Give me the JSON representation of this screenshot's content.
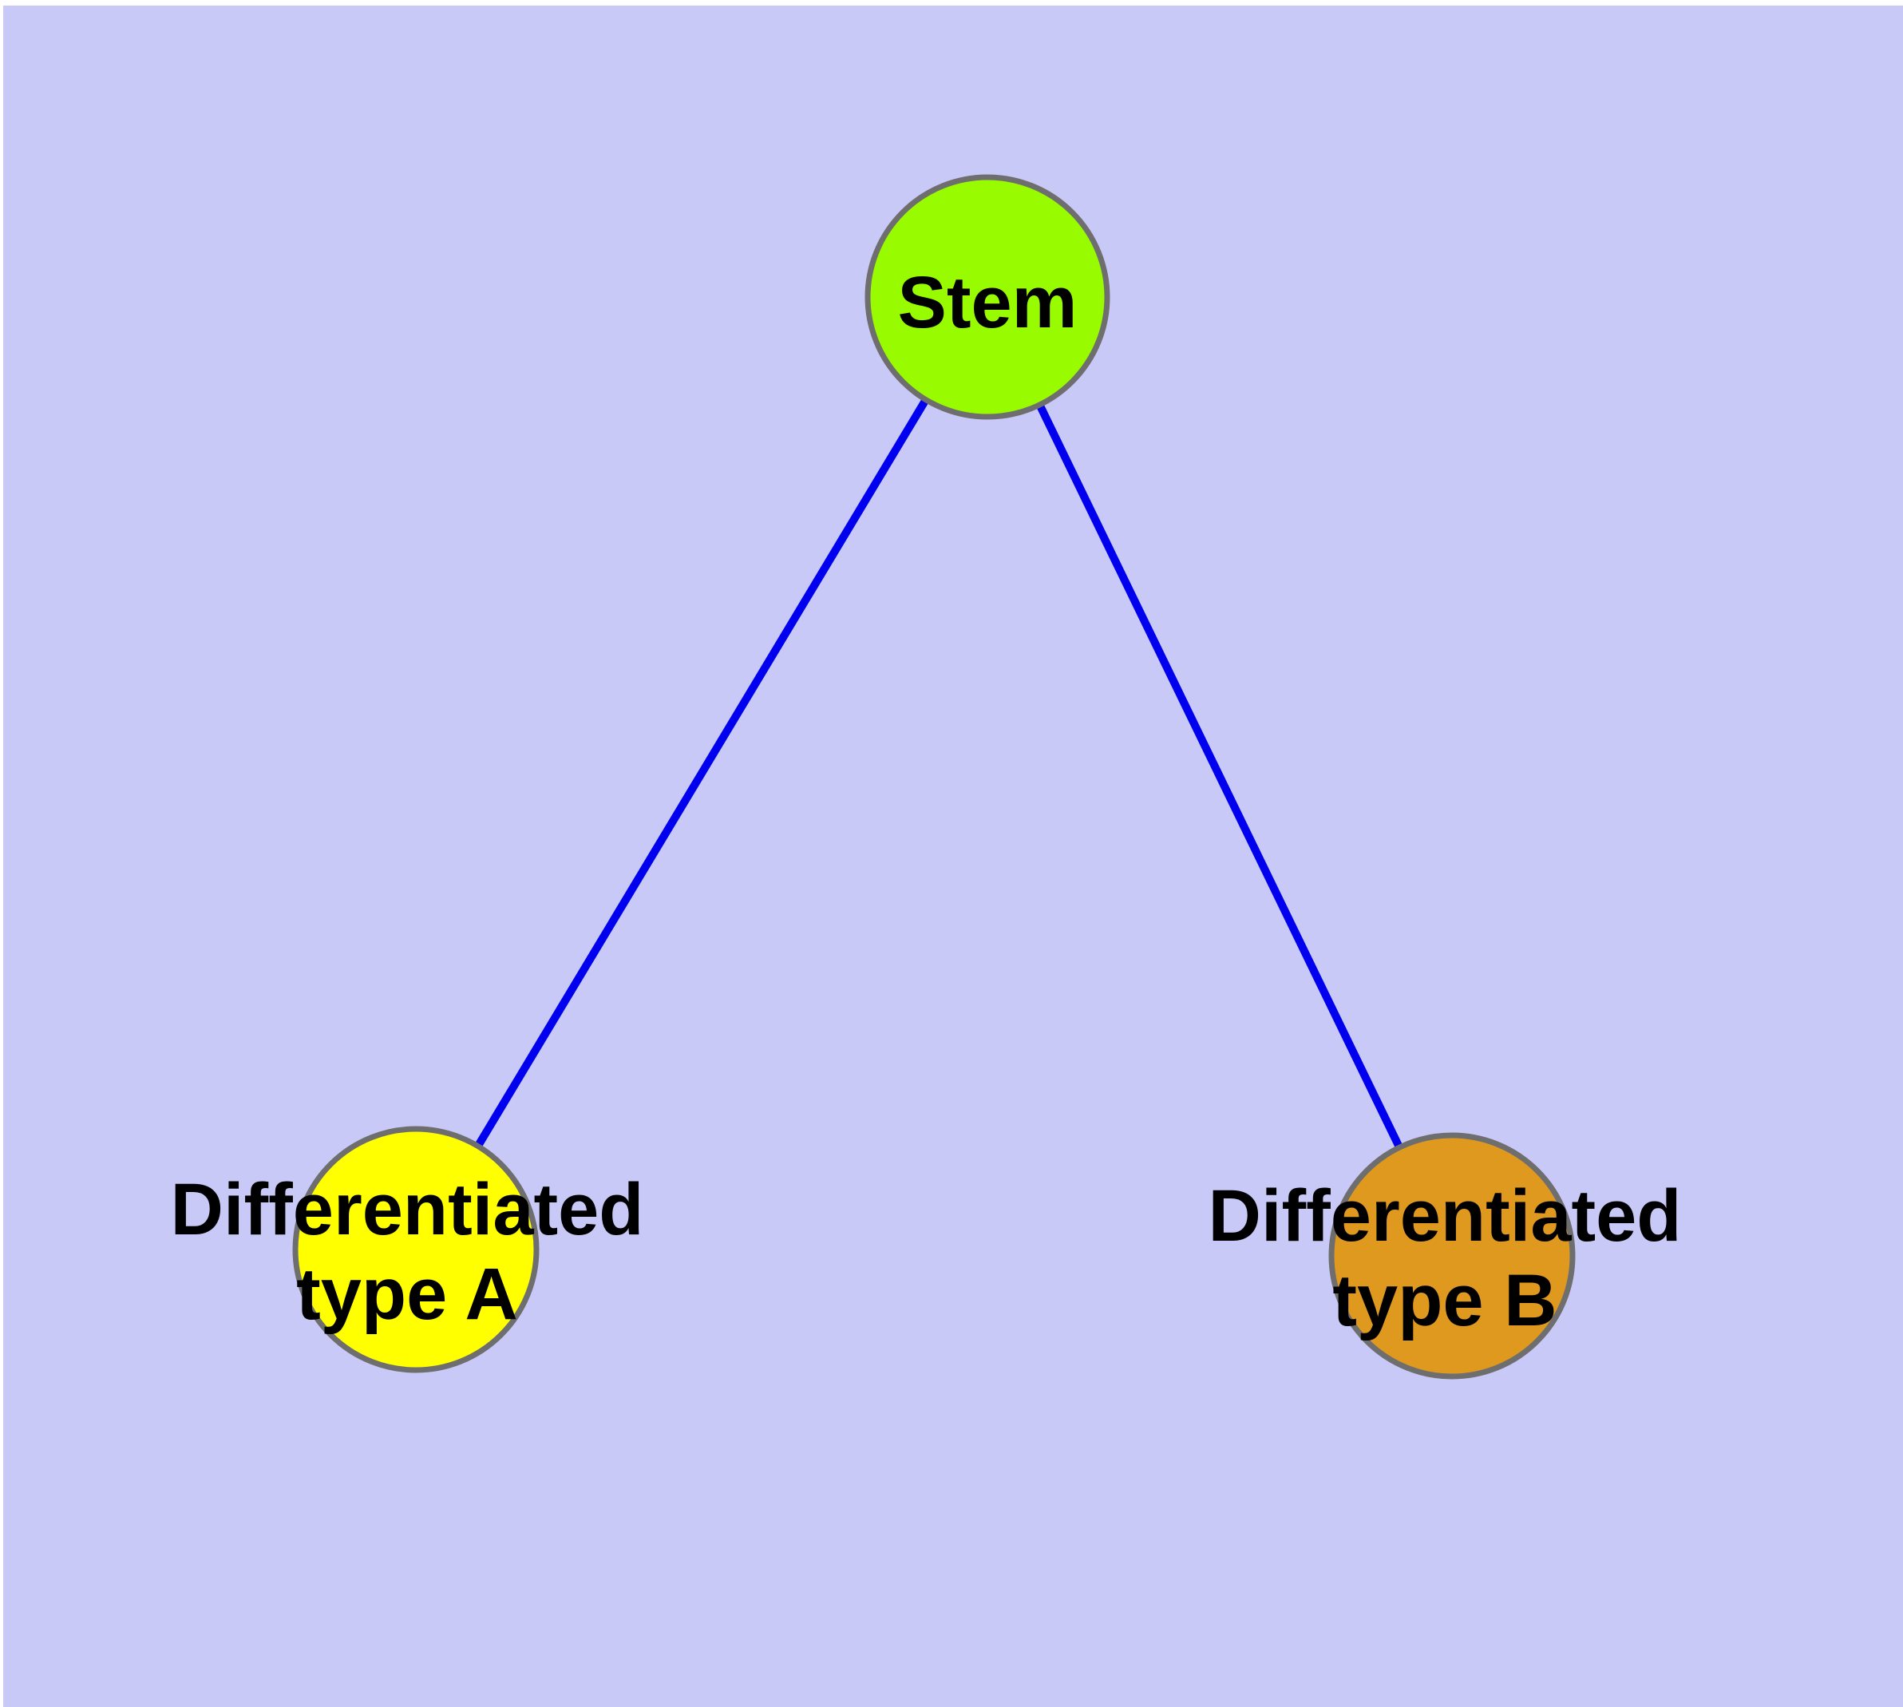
{
  "diagram": {
    "type": "graph",
    "background_color": "#c9c9f8",
    "page_margin_color": "#ffffff",
    "edge_color": "#0000ee",
    "node_border_color": "#6e6e6e",
    "text_color": "#000000",
    "nodes": [
      {
        "id": "stem",
        "label": "Stem",
        "label_lines": [
          "Stem"
        ],
        "fill": "#98fb00"
      },
      {
        "id": "type-a",
        "label": "Differentiated type A",
        "label_lines": [
          "Differentiated",
          "type A"
        ],
        "fill": "#ffff00"
      },
      {
        "id": "type-b",
        "label": "Differentiated type B",
        "label_lines": [
          "Differentiated",
          "type B"
        ],
        "fill": "#e0991f"
      }
    ],
    "edges": [
      {
        "from": "stem",
        "to": "type-a"
      },
      {
        "from": "stem",
        "to": "type-b"
      }
    ]
  }
}
